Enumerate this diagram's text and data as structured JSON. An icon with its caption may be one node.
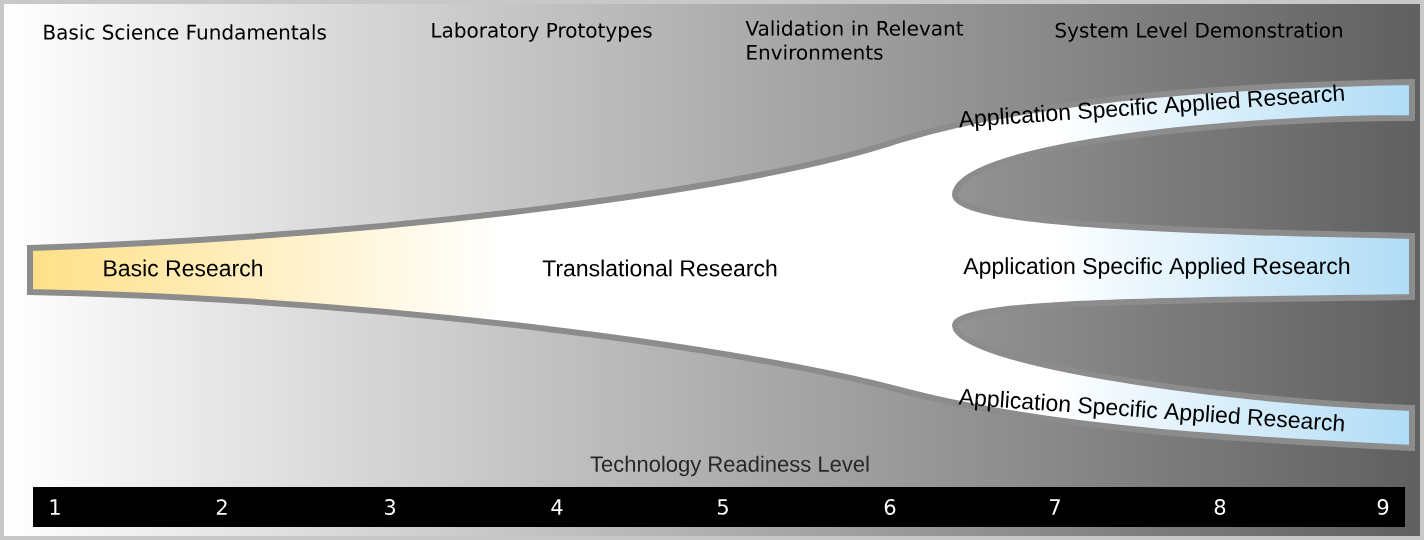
{
  "diagram": {
    "nodes": [
      {
        "text": [
          "Basic Research"
        ]
      },
      {
        "text": [
          "Translational Research"
        ]
      },
      {
        "text": [
          "Application Specific Applied Research"
        ]
      },
      {
        "text": [
          "Application Specific Applied Research"
        ]
      },
      {
        "text": [
          "Application Specific Applied Research"
        ]
      }
    ],
    "labels": [
      "Basic Science Fundamentals",
      "Laboratory Prototypes",
      "Validation in Relevant Environments",
      "System Level Demonstration",
      "Technology Readiness Level",
      "1",
      "2",
      "3",
      "4",
      "5",
      "6",
      "7",
      "8",
      "9"
    ]
  }
}
